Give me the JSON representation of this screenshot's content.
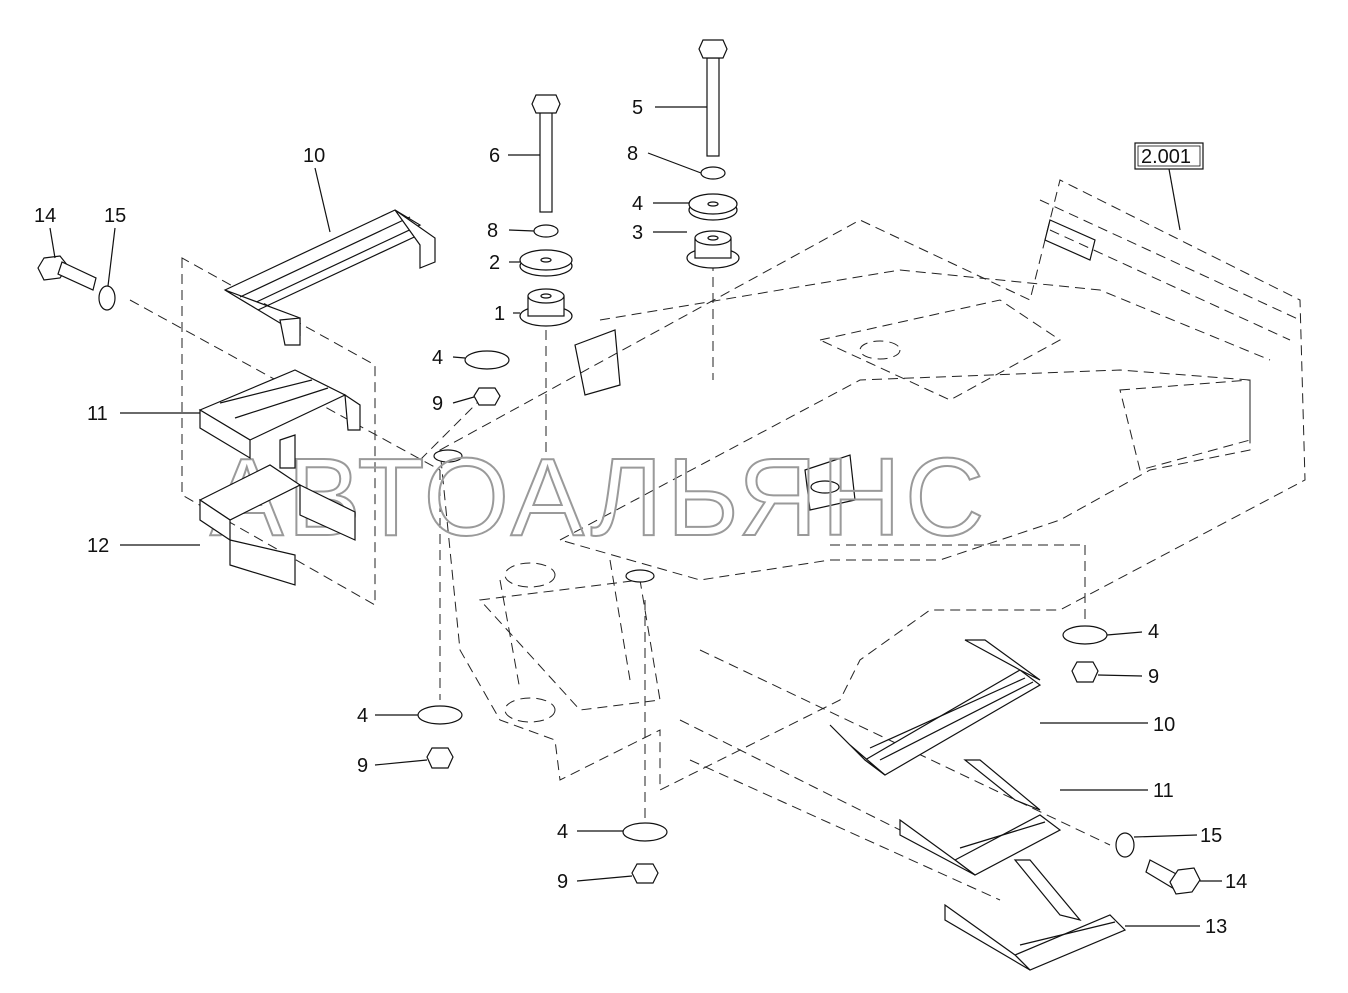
{
  "watermark": "АВТОАЛЬЯНС",
  "ref_box": "2.001",
  "callouts": [
    {
      "id": "c10a",
      "text": "10"
    },
    {
      "id": "c14a",
      "text": "14"
    },
    {
      "id": "c15a",
      "text": "15"
    },
    {
      "id": "c6",
      "text": "6"
    },
    {
      "id": "c5",
      "text": "5"
    },
    {
      "id": "c8a",
      "text": "8"
    },
    {
      "id": "c8b",
      "text": "8"
    },
    {
      "id": "c2",
      "text": "2"
    },
    {
      "id": "c4a",
      "text": "4"
    },
    {
      "id": "c3",
      "text": "3"
    },
    {
      "id": "c1",
      "text": "1"
    },
    {
      "id": "c4b",
      "text": "4"
    },
    {
      "id": "c9a",
      "text": "9"
    },
    {
      "id": "c11a",
      "text": "11"
    },
    {
      "id": "c12",
      "text": "12"
    },
    {
      "id": "c4c",
      "text": "4"
    },
    {
      "id": "c9b",
      "text": "9"
    },
    {
      "id": "c10b",
      "text": "10"
    },
    {
      "id": "c4d",
      "text": "4"
    },
    {
      "id": "c9c",
      "text": "9"
    },
    {
      "id": "c11b",
      "text": "11"
    },
    {
      "id": "c4e",
      "text": "4"
    },
    {
      "id": "c9d",
      "text": "9"
    },
    {
      "id": "c15b",
      "text": "15"
    },
    {
      "id": "c14b",
      "text": "14"
    },
    {
      "id": "c13",
      "text": "13"
    }
  ]
}
